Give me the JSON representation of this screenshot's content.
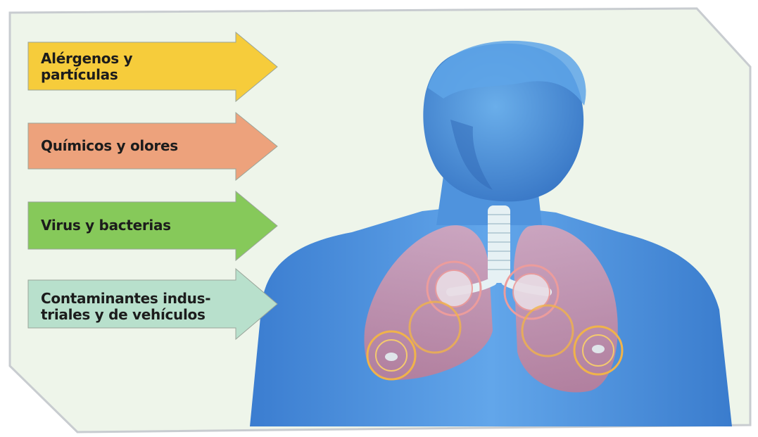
{
  "labels": [
    {
      "text": "Alérgenos y\npartículas",
      "color": "#f6cc3b"
    },
    {
      "text": "Químicos y olores",
      "color": "#eda27c"
    },
    {
      "text": "Virus y bacterias",
      "color": "#86c95a"
    },
    {
      "text": "Contaminantes indus-\ntriales y de vehículos",
      "color": "#b8e0cc"
    }
  ],
  "colors": {
    "background": "#eef5ea",
    "body": "#4b8fdd",
    "lungs": "#dd8fa2",
    "trachea": "#e6f1f4",
    "rings": "#f0b34a"
  }
}
